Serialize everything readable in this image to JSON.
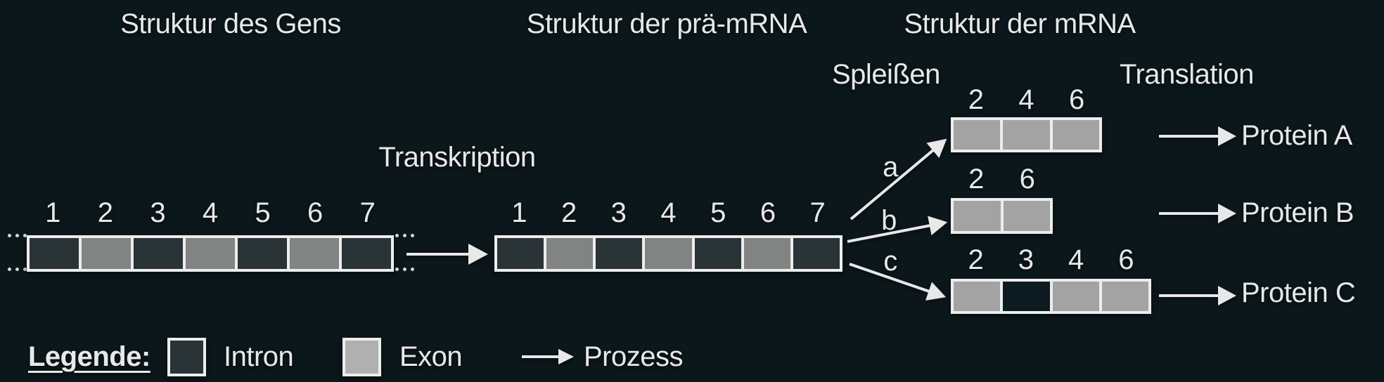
{
  "columns": {
    "gene": {
      "title": "Struktur des Gens"
    },
    "pre_mrna": {
      "title": "Struktur der prä-mRNA"
    },
    "mrna": {
      "title": "Struktur der mRNA"
    }
  },
  "processes": {
    "transcription": "Transkription",
    "splicing": "Spleißen",
    "translation": "Translation"
  },
  "gene": {
    "segments": [
      {
        "label": "1",
        "type": "intron"
      },
      {
        "label": "2",
        "type": "exon"
      },
      {
        "label": "3",
        "type": "intron"
      },
      {
        "label": "4",
        "type": "exon"
      },
      {
        "label": "5",
        "type": "intron"
      },
      {
        "label": "6",
        "type": "exon"
      },
      {
        "label": "7",
        "type": "intron"
      }
    ]
  },
  "pre_mrna": {
    "segments": [
      {
        "label": "1",
        "type": "intron"
      },
      {
        "label": "2",
        "type": "exon"
      },
      {
        "label": "3",
        "type": "intron"
      },
      {
        "label": "4",
        "type": "exon"
      },
      {
        "label": "5",
        "type": "intron"
      },
      {
        "label": "6",
        "type": "exon"
      },
      {
        "label": "7",
        "type": "intron"
      }
    ]
  },
  "splice_variants": [
    {
      "branch": "a",
      "protein": "Protein A",
      "segments": [
        {
          "label": "2",
          "type": "exon"
        },
        {
          "label": "4",
          "type": "exon"
        },
        {
          "label": "6",
          "type": "exon"
        }
      ]
    },
    {
      "branch": "b",
      "protein": "Protein B",
      "segments": [
        {
          "label": "2",
          "type": "exon"
        },
        {
          "label": "6",
          "type": "exon"
        }
      ]
    },
    {
      "branch": "c",
      "protein": "Protein C",
      "segments": [
        {
          "label": "2",
          "type": "exon"
        },
        {
          "label": "3",
          "type": "intron"
        },
        {
          "label": "4",
          "type": "exon"
        },
        {
          "label": "6",
          "type": "exon"
        }
      ]
    }
  ],
  "legend": {
    "heading": "Legende:",
    "intron": "Intron",
    "exon": "Exon",
    "process": "Prozess"
  },
  "colors": {
    "background": "#0c171b",
    "intron": "#2a3335",
    "exon": "#818482",
    "mrna_exon": "#a2a3a2",
    "mrna_intron": "#0d1b20",
    "legend_exon": "#afb0af",
    "box_border": "#eceded",
    "text": "#e7e9e8"
  }
}
